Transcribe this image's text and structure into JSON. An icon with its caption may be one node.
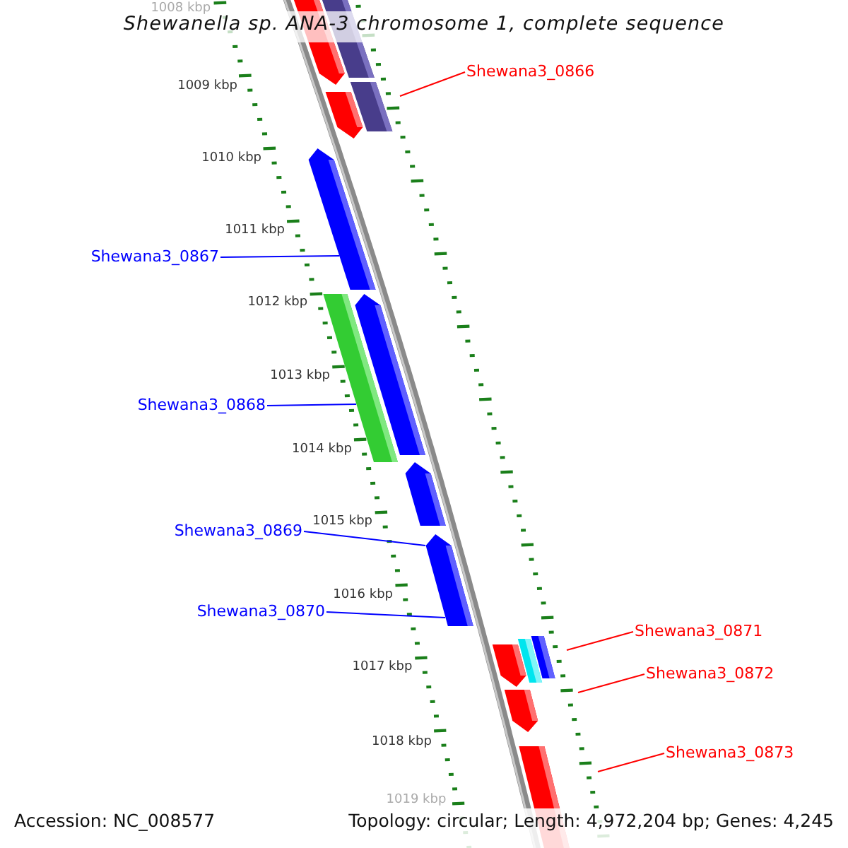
{
  "diagram": {
    "title": "Shewanella sp. ANA-3 chromosome 1, complete sequence",
    "nodes": [
      {
        "text": [
          "Shewana3_0866"
        ]
      },
      {
        "text": [
          "Shewana3_0867"
        ]
      },
      {
        "text": [
          "Shewana3_0868"
        ]
      },
      {
        "text": [
          "Shewana3_0869"
        ]
      },
      {
        "text": [
          "Shewana3_0870"
        ]
      },
      {
        "text": [
          "Shewana3_0871"
        ]
      },
      {
        "text": [
          "Shewana3_0872"
        ]
      },
      {
        "text": [
          "Shewana3_0873"
        ]
      }
    ],
    "edges": [
      {
        "from": 0,
        "to": null,
        "arrow": "none"
      },
      {
        "from": 1,
        "to": null,
        "arrow": "none",
        "color": "#0000ff"
      },
      {
        "from": 2,
        "to": null,
        "arrow": "none",
        "color": "#0000ff"
      },
      {
        "from": 3,
        "to": null,
        "arrow": "none",
        "color": "#0000ff"
      },
      {
        "from": 4,
        "to": null,
        "arrow": "none",
        "color": "#0000ff"
      },
      {
        "from": 5,
        "to": null,
        "arrow": "none"
      },
      {
        "from": 6,
        "to": null,
        "arrow": "none"
      },
      {
        "from": 7,
        "to": null,
        "arrow": "none"
      }
    ],
    "labels": [
      "1008 kbp",
      "1009 kbp",
      "1010 kbp",
      "1011 kbp",
      "1012 kbp",
      "1013 kbp",
      "1014 kbp",
      "1015 kbp",
      "1016 kbp",
      "1017 kbp",
      "1018 kbp",
      "1019 kbp",
      "Accession: NC_008577",
      "Topology: circular; Length: 4,972,204 bp; Genes: 4,245"
    ]
  }
}
